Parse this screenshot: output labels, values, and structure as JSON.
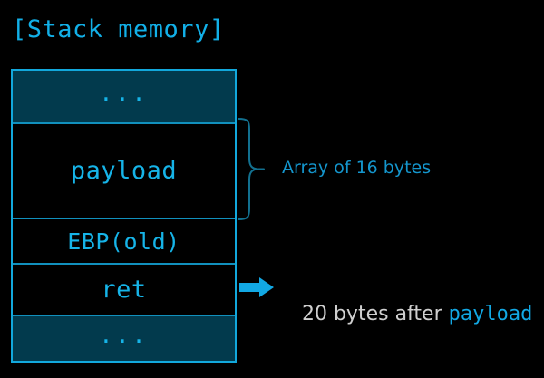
{
  "diagram": {
    "title": "[Stack memory]",
    "colors": {
      "background": "#000000",
      "accent_cyan": "#12b0e8",
      "cell_fill_teal": "#023a4d",
      "border_cyan": "#12a8dc",
      "divider_cyan": "#1190bd",
      "annotation_cyan": "#1496cd",
      "annotation_gray": "#cfcfcf"
    },
    "stack_cells": [
      {
        "label": "...",
        "style": "filled",
        "name": "cell-top-ellipsis"
      },
      {
        "label": "payload",
        "style": "empty",
        "name": "cell-payload"
      },
      {
        "label": "EBP(old)",
        "style": "empty",
        "name": "cell-ebp"
      },
      {
        "label": "ret",
        "style": "empty",
        "name": "cell-ret"
      },
      {
        "label": "...",
        "style": "filled",
        "name": "cell-bottom-ellipsis"
      }
    ],
    "annotations": {
      "brace_label": "Array of 16 bytes",
      "arrow_label_prefix": "20 bytes after ",
      "arrow_label_code": "payload"
    }
  }
}
